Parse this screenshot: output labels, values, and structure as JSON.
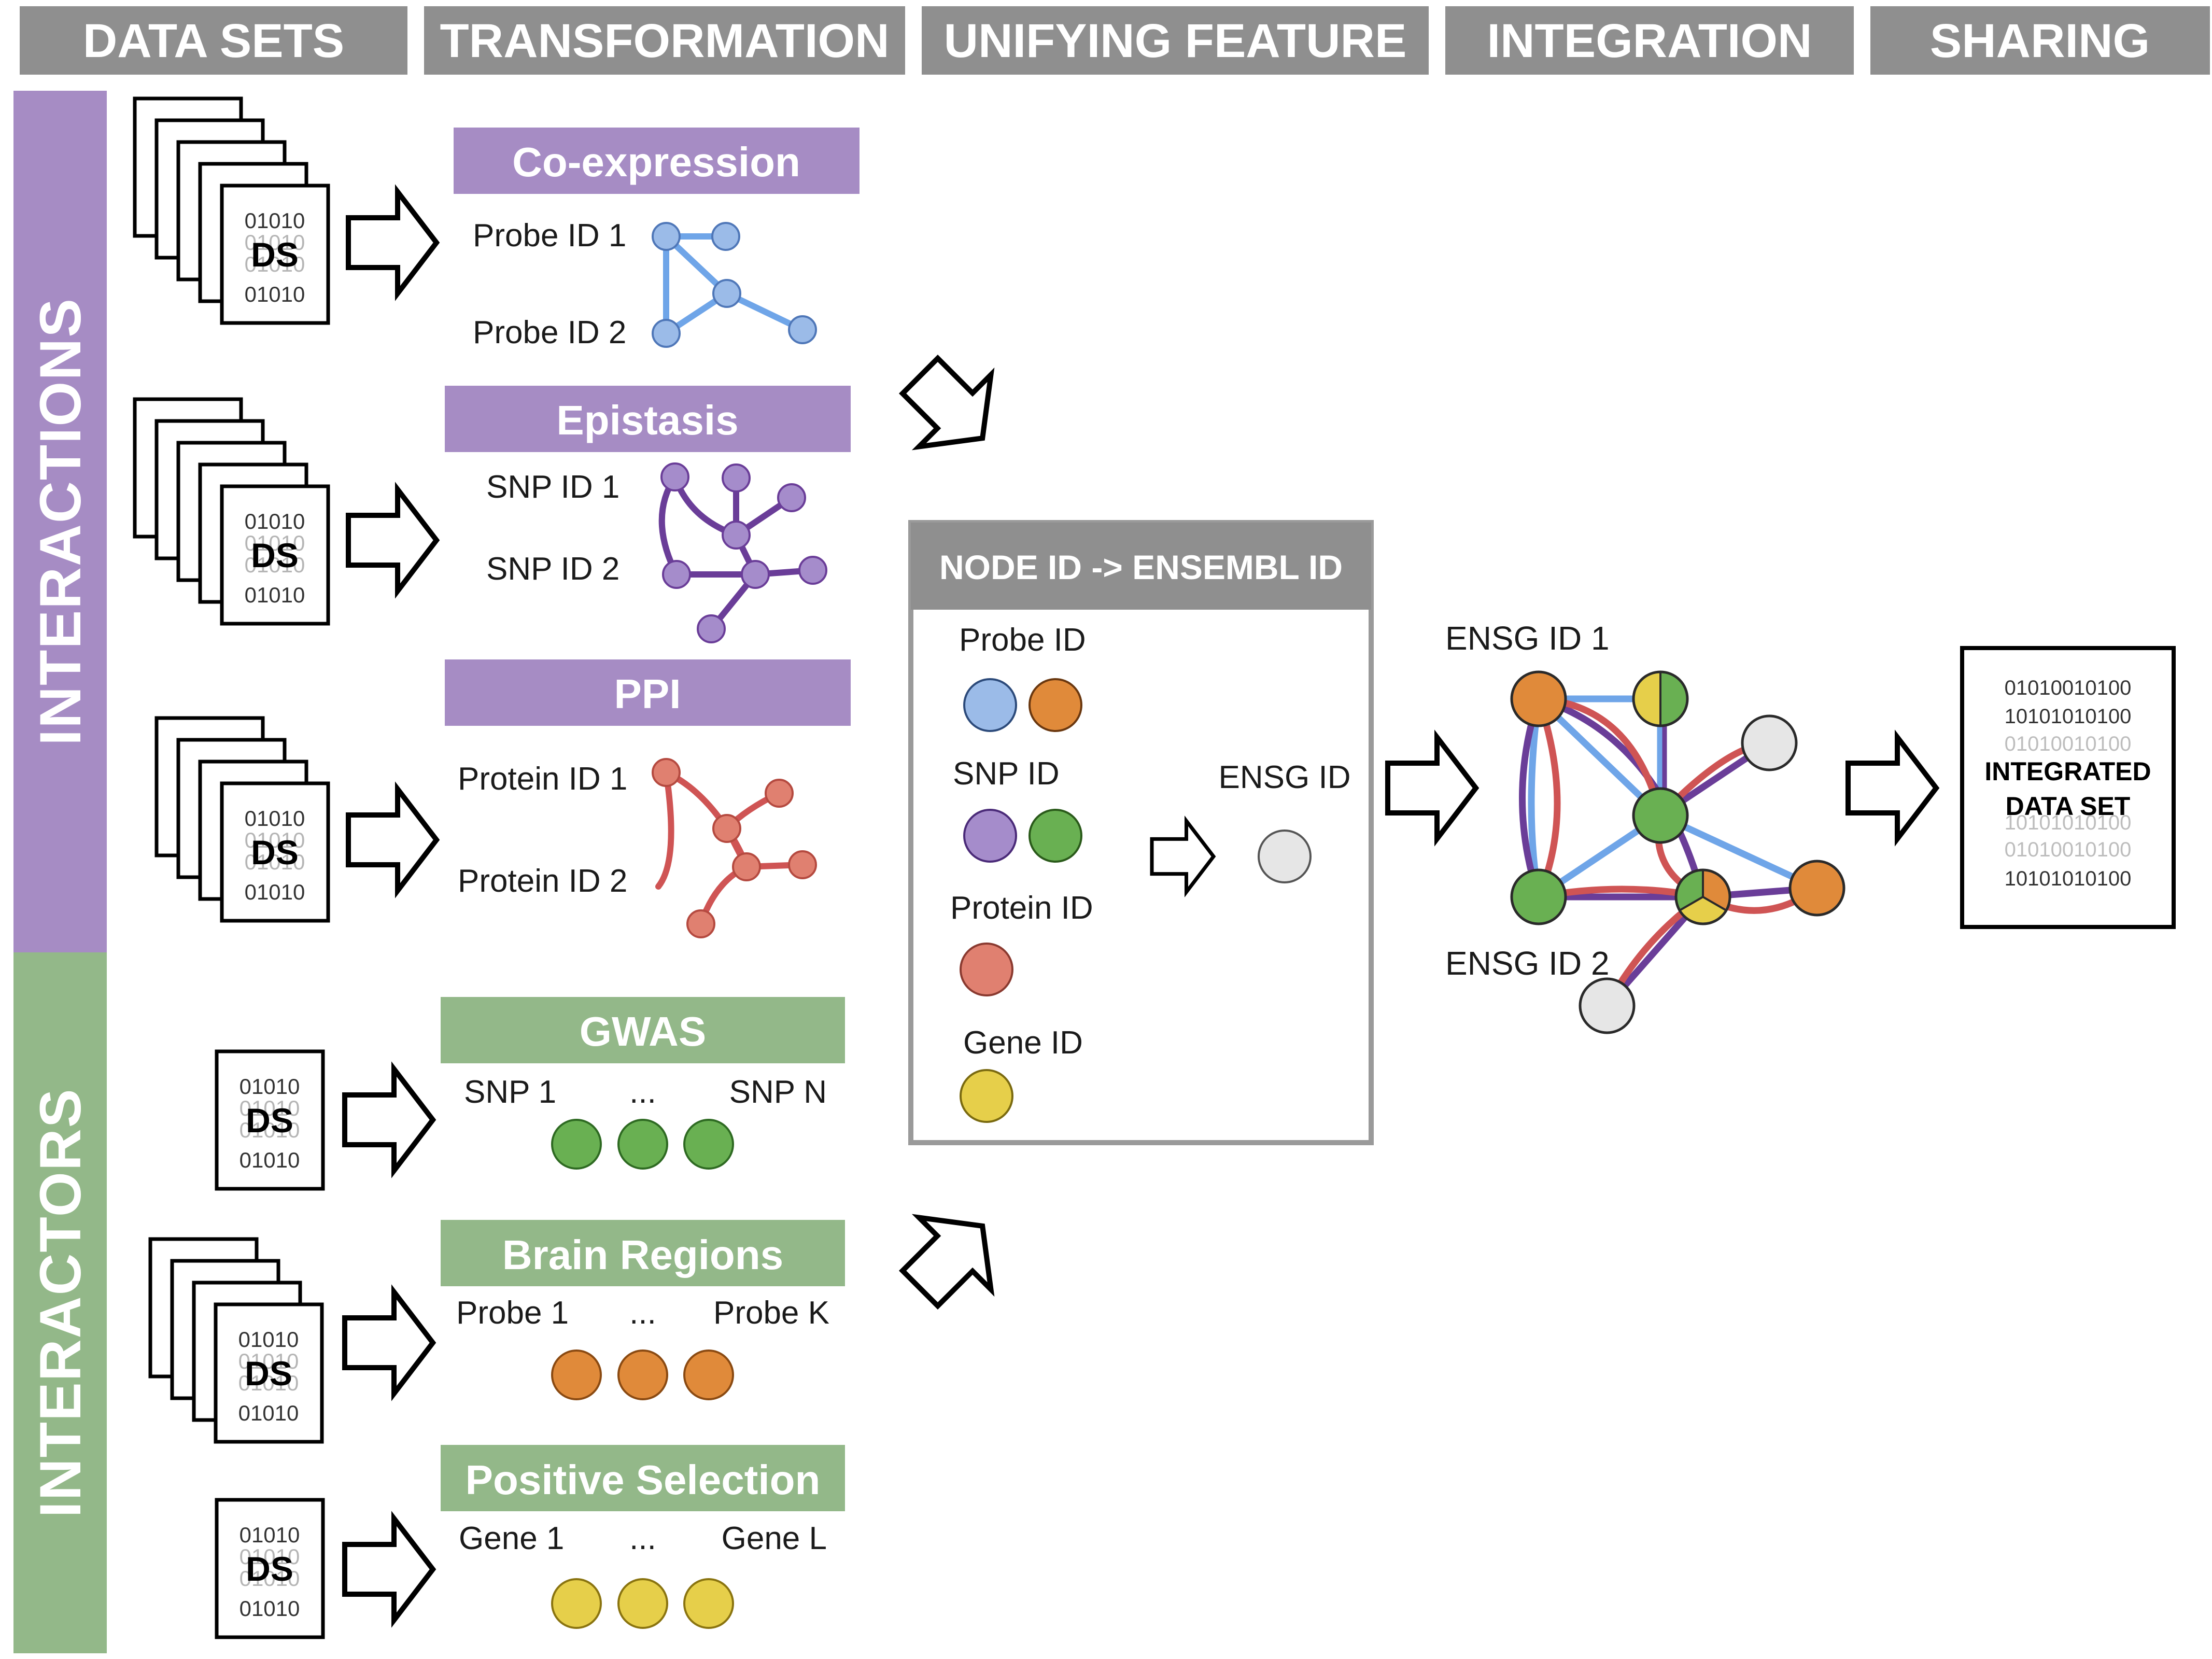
{
  "colors": {
    "header_gray": "#8f8f8f",
    "interactions_purple": "#a68cc4",
    "interactors_green": "#93b889",
    "probe_blue": "#9bbbe8",
    "snp_purple": "#a58ccb",
    "protein_red": "#e08070",
    "gene_yellow": "#e6cf4a",
    "ensg_gray": "#e6e6e6",
    "orange": "#e08a3a",
    "green": "#69b052",
    "edge_blue": "#6fa5e8",
    "edge_purple": "#6a3d98",
    "edge_red": "#cf5454"
  },
  "headers": [
    "DATA SETS",
    "TRANSFORMATION",
    "UNIFYING FEATURE",
    "INTEGRATION",
    "SHARING"
  ],
  "side_labels": {
    "interactions": "INTERACTIONS",
    "interactors": "INTERACTORS"
  },
  "dataset_icon": {
    "binary_line": "01010",
    "label": "DS"
  },
  "transformations": {
    "coexpression": {
      "title": "Co-expression",
      "label1": "Probe ID 1",
      "label2": "Probe ID 2"
    },
    "epistasis": {
      "title": "Epistasis",
      "label1": "SNP ID 1",
      "label2": "SNP ID 2"
    },
    "ppi": {
      "title": "PPI",
      "label1": "Protein ID 1",
      "label2": "Protein ID 2"
    },
    "gwas": {
      "title": "GWAS",
      "left": "SNP 1",
      "mid": "...",
      "right": "SNP N"
    },
    "brain": {
      "title": "Brain Regions",
      "left": "Probe 1",
      "mid": "...",
      "right": "Probe K"
    },
    "positive": {
      "title": "Positive Selection",
      "left": "Gene 1",
      "mid": "...",
      "right": "Gene L"
    }
  },
  "unifying": {
    "header": "NODE ID -> ENSEMBL ID",
    "probe": "Probe ID",
    "snp": "SNP ID",
    "protein": "Protein ID",
    "gene": "Gene ID",
    "ensg": "ENSG ID"
  },
  "integration": {
    "ensg1": "ENSG ID 1",
    "ensg2": "ENSG ID 2"
  },
  "sharing": {
    "lines": [
      "01010010100",
      "10101010100",
      "01010010100",
      "10101010100",
      "01010010100",
      "10101010100"
    ],
    "title1": "INTEGRATED",
    "title2": "DATA SET"
  }
}
